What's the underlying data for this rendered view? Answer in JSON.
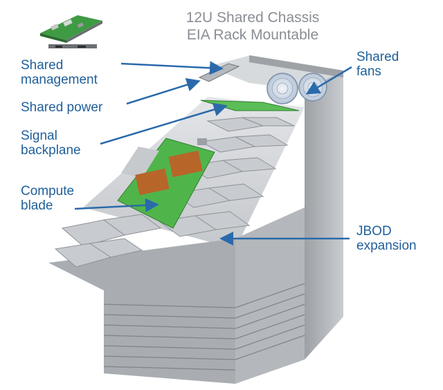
{
  "title": {
    "line1": "12U Shared Chassis",
    "line2": "EIA Rack Mountable"
  },
  "labels": {
    "shared_management": "Shared\nmanagement",
    "shared_power": "Shared power",
    "signal_backplane": "Signal\nbackplane",
    "compute_blade": "Compute\nblade",
    "shared_fans": "Shared\nfans",
    "jbod_expansion": "JBOD\nexpansion"
  },
  "colors": {
    "label_text": "#1f5f9a",
    "arrow": "#2a6aab",
    "title_text": "#8a8d93",
    "pcb_green": "#4fb54a",
    "heatsink_copper": "#b8652a",
    "chassis_gray": "#b9bcc0"
  }
}
